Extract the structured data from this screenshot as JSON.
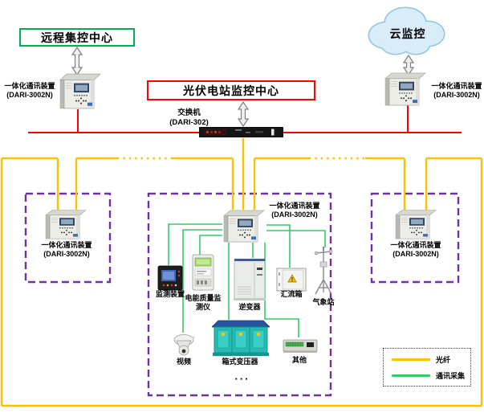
{
  "nodes": {
    "remote_center": "远程集控中心",
    "cloud_monitor": "云监控",
    "pv_center": "光伏电站监控中心",
    "switch": {
      "name": "交换机",
      "model": "(DARI-302)"
    },
    "comm_device": {
      "name": "一体化通讯装置",
      "model": "(DARI-3002N)"
    }
  },
  "equipment": {
    "monitor_device": "监测装置",
    "power_quality": "电能质量监测仪",
    "inverter": "逆变器",
    "combiner_box": "汇流箱",
    "weather_station": "气象站",
    "video": "视频",
    "box_transformer": "箱式变压器",
    "other": "其他",
    "ellipsis": "···"
  },
  "legend": {
    "fiber": {
      "label": "光纤",
      "color": "#FFC000"
    },
    "comm": {
      "label": "通讯采集",
      "color": "#33CC66"
    }
  },
  "colors": {
    "fiber_line": "#FFC000",
    "comm_line": "#33CC66",
    "ethernet_line": "#FF0000",
    "zone_border": "#7030A0",
    "remote_box_border": "#00B050",
    "center_box_border": "#FF0000"
  }
}
